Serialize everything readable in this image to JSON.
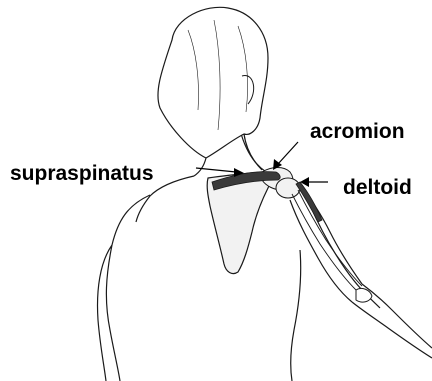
{
  "labels": {
    "acromion": "acromion",
    "supraspinatus": "supraspinatus",
    "deltoid": "deltoid"
  },
  "colors": {
    "outline": "#1a1a1a",
    "fill": "#ffffff",
    "bone_fill": "#f2f2f2",
    "muscle": "#3a3a3a"
  }
}
